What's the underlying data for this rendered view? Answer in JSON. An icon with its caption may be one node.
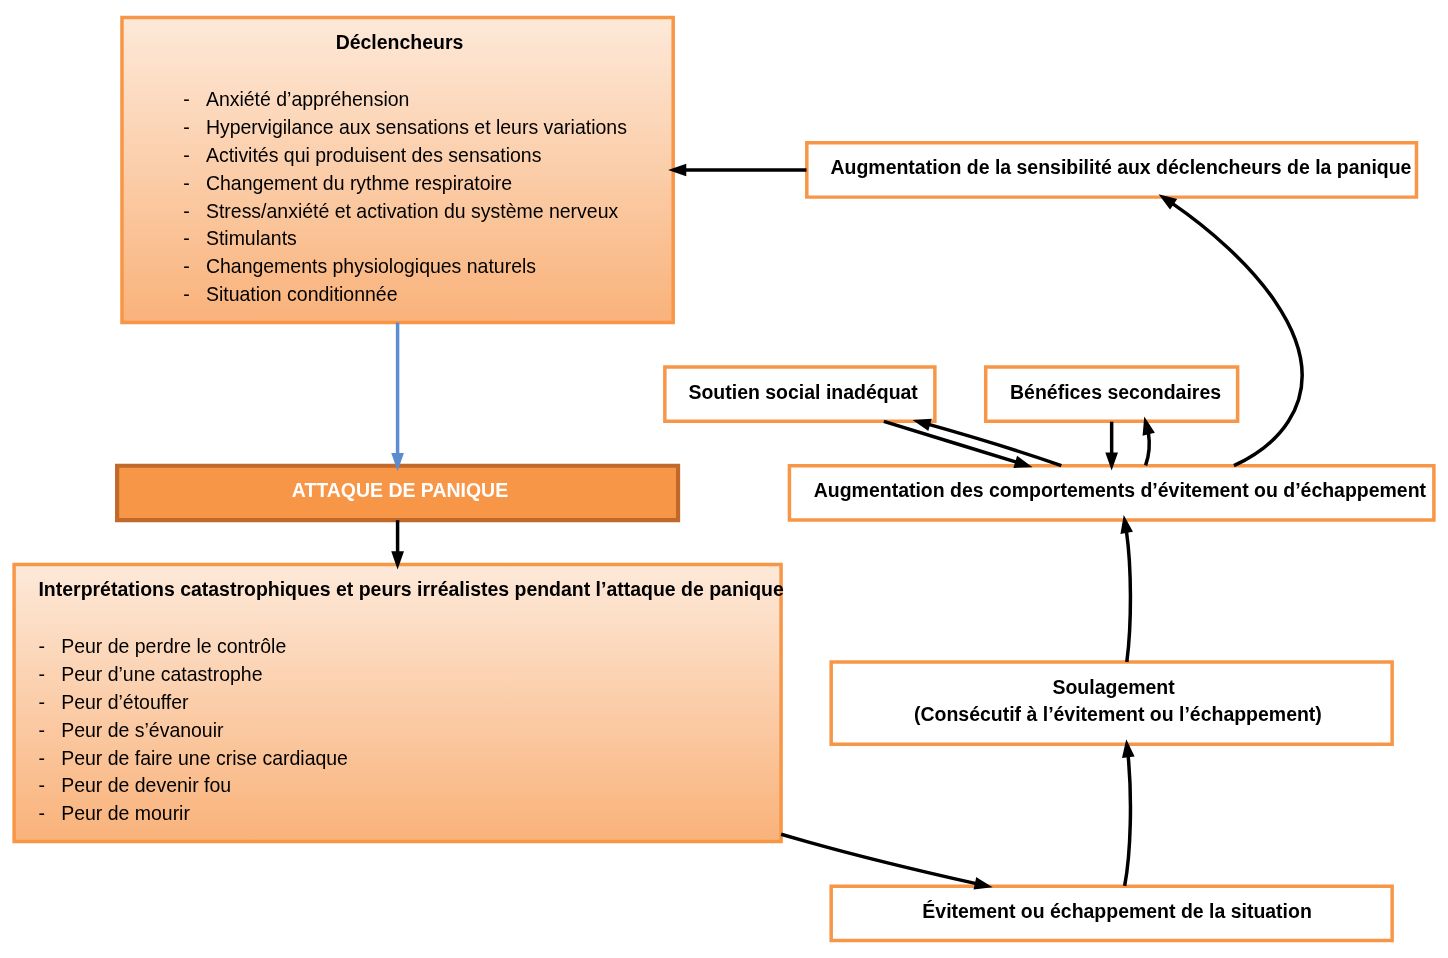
{
  "diagram": {
    "nodes": [
      {
        "text": [
          "Déclencheurs",
          "-   Anxiété d’appréhension",
          "-   Hypervigilance aux sensations et leurs variations",
          "-   Activités qui produisent des sensations",
          "-   Changement du rythme respiratoire",
          "-   Stress/anxiété et activation du système nerveux",
          "-   Stimulants",
          "-   Changements physiologiques naturels",
          "-   Situation conditionnée"
        ]
      },
      {
        "text": [
          "ATTAQUE DE PANIQUE"
        ]
      },
      {
        "text": [
          "Interprétations catastrophiques et peurs irréalistes pendant l’attaque de panique",
          "-   Peur de perdre le contrôle",
          "-   Peur d’une catastrophe",
          "-   Peur d’étouffer",
          "-   Peur de s’évanouir",
          "-   Peur de faire une crise cardiaque",
          "-   Peur de devenir fou",
          "-   Peur de mourir"
        ]
      },
      {
        "text": [
          "Augmentation de la sensibilité aux déclencheurs de la panique"
        ]
      },
      {
        "text": [
          "Soutien social inadéquat"
        ]
      },
      {
        "text": [
          "Bénéfices secondaires"
        ]
      },
      {
        "text": [
          "Augmentation des comportements d’évitement ou d’échappement"
        ]
      },
      {
        "text": [
          "Soulagement",
          "(Consécutif à l’évitement ou l’échappement)"
        ]
      },
      {
        "text": [
          "Évitement ou échappement de la situation"
        ]
      }
    ],
    "edges": [
      {
        "from": 3,
        "to": 0,
        "arrow": "to"
      },
      {
        "from": 0,
        "to": 1,
        "arrow": "to",
        "color": "#5b8bd0"
      },
      {
        "from": 1,
        "to": 2,
        "arrow": "to"
      },
      {
        "from": 2,
        "to": 8,
        "arrow": "to"
      },
      {
        "from": 8,
        "to": 7,
        "arrow": "to"
      },
      {
        "from": 7,
        "to": 6,
        "arrow": "to"
      },
      {
        "from": 6,
        "to": 3,
        "arrow": "to"
      },
      {
        "from": 4,
        "to": 6,
        "arrow": "to"
      },
      {
        "from": 6,
        "to": 4,
        "arrow": "to"
      },
      {
        "from": 5,
        "to": 6,
        "arrow": "to"
      },
      {
        "from": 6,
        "to": 5,
        "arrow": "to"
      }
    ]
  }
}
